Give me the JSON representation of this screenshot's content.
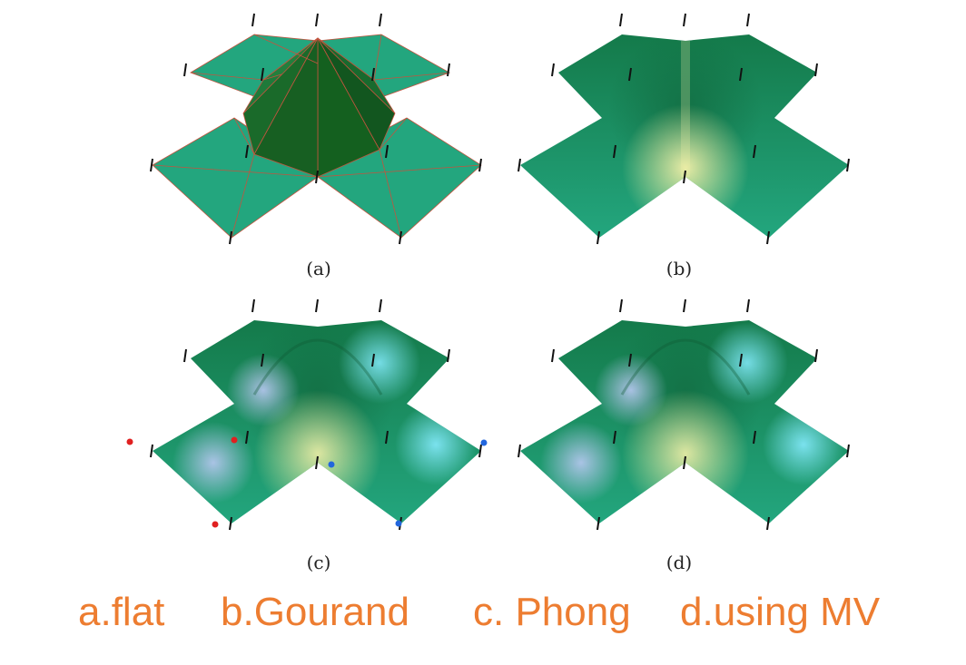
{
  "panels": [
    {
      "id": "a",
      "label": "(a)",
      "shading": "flat"
    },
    {
      "id": "b",
      "label": "(b)",
      "shading": "gouraud"
    },
    {
      "id": "c",
      "label": "(c)",
      "shading": "phong"
    },
    {
      "id": "d",
      "label": "(d)",
      "shading": "mv"
    }
  ],
  "captions": [
    "a.flat",
    "b.Gourand",
    "c. Phong",
    "d.using MV"
  ],
  "colors": {
    "surface": "#23A67E",
    "surface_dark": "#147A4A",
    "pyramid": "#1E6B2A",
    "highlight_yellow": "#F2F0A8",
    "highlight_blue": "#7FE6F5",
    "highlight_lavender": "#B9C8F2",
    "edge": "#C2543F",
    "normal": "#111111",
    "caption": "#ED7D31",
    "marker_red": "#E02020",
    "marker_blue": "#2266DD"
  }
}
